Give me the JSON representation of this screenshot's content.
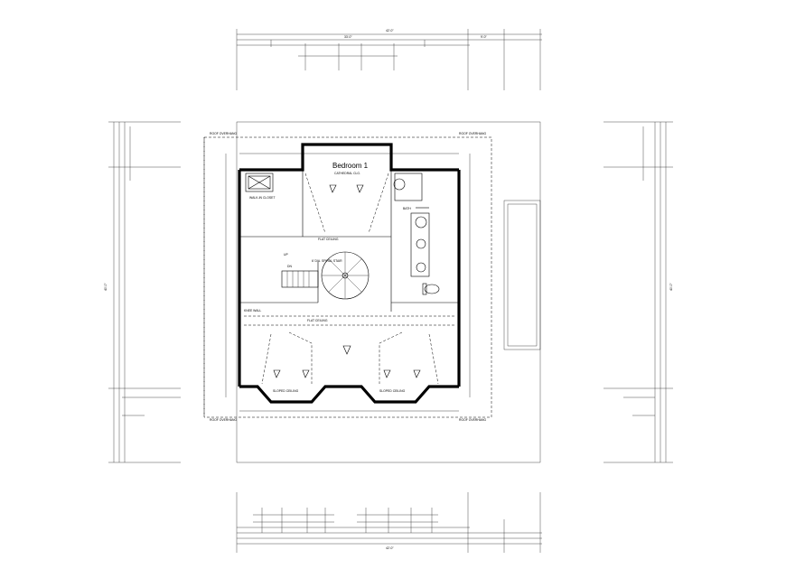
{
  "drawing": {
    "room_label": "Bedroom 1",
    "room_sub": "CATHEDRAL CLG.",
    "roof_labels_top": "ROOF OVERHANG",
    "roof_labels_side": "ROOF OVERHANG",
    "flat_ceiling": "FLAT CEILING",
    "stair_label": "6' DIA. SPIRAL STAIR",
    "walk_in": "WALK-IN CLOSET",
    "bath": "BATH",
    "dn": "DN",
    "up": "UP",
    "knee_wall": "KNEE WALL",
    "bay_label_left": "SLOPED CEILING",
    "bay_label_right": "SLOPED CEILING",
    "bottom_note_left": "ROOF OVERHANG",
    "bottom_note_right": "ROOF OVERHANG",
    "top_dim_total": "42'-0\"",
    "top_dim_a": "33'-0\"",
    "top_dim_b": "9'-0\"",
    "side_dim_total": "40'-0\"",
    "bot_dim_total": "42'-0\""
  }
}
